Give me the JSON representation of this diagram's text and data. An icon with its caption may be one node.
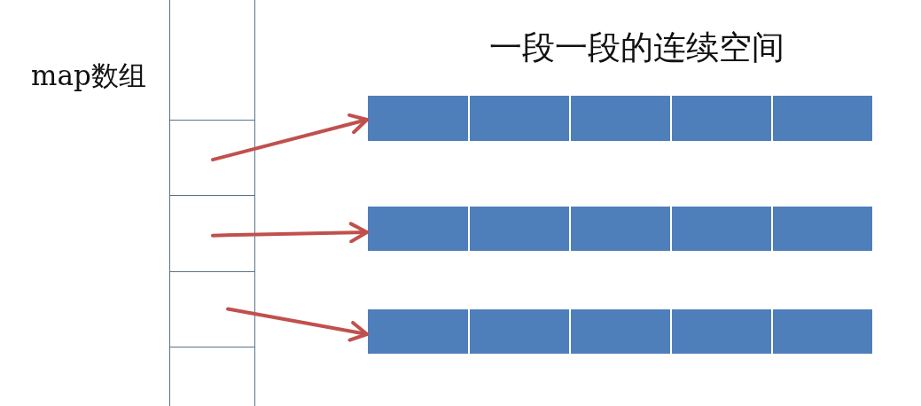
{
  "diagram": {
    "nodes": [
      {
        "text": [],
        "shape": "box"
      },
      {
        "text": [],
        "shape": "box"
      },
      {
        "text": [],
        "shape": "box"
      },
      {
        "text": [],
        "shape": "box"
      },
      {
        "text": [],
        "shape": "box"
      },
      {
        "text": [],
        "shape": "bar"
      },
      {
        "text": [],
        "shape": "box",
        "in": 5
      },
      {
        "text": [],
        "shape": "box",
        "in": 5
      },
      {
        "text": [],
        "shape": "box",
        "in": 5
      },
      {
        "text": [],
        "shape": "box",
        "in": 5
      },
      {
        "text": [],
        "shape": "box",
        "in": 5
      },
      {
        "text": [],
        "shape": "bar"
      },
      {
        "text": [],
        "shape": "box",
        "in": 11
      },
      {
        "text": [],
        "shape": "box",
        "in": 11
      },
      {
        "text": [],
        "shape": "box",
        "in": 11
      },
      {
        "text": [],
        "shape": "box",
        "in": 11
      },
      {
        "text": [],
        "shape": "box",
        "in": 11
      },
      {
        "text": [],
        "shape": "bar"
      },
      {
        "text": [],
        "shape": "box",
        "in": 17
      },
      {
        "text": [],
        "shape": "box",
        "in": 17
      },
      {
        "text": [],
        "shape": "box",
        "in": 17
      },
      {
        "text": [],
        "shape": "box",
        "in": 17
      },
      {
        "text": [],
        "shape": "box",
        "in": 17
      }
    ],
    "edges": [
      {
        "from": 1,
        "to": 5,
        "arrow": "to"
      },
      {
        "from": 2,
        "to": 11,
        "arrow": "to"
      },
      {
        "from": 3,
        "to": 17,
        "arrow": "to"
      }
    ],
    "labels": [
      "map数组",
      "一段一段的连续空间"
    ]
  }
}
